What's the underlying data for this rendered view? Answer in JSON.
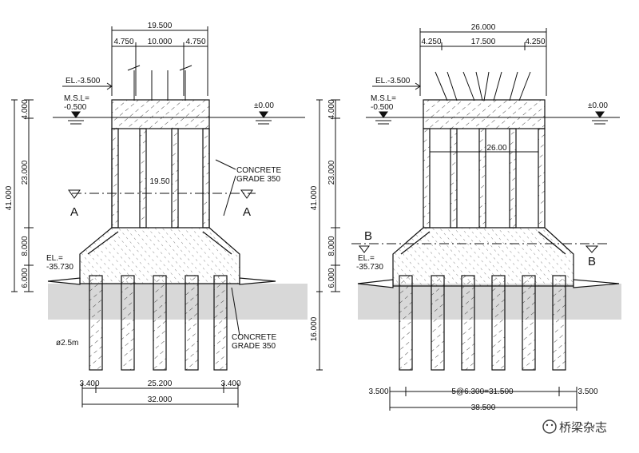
{
  "left": {
    "top_total": "19.500",
    "top_parts": [
      "4.750",
      "10.000",
      "4.750"
    ],
    "el_top": "EL.-3.500",
    "msl_label": "M.S.L=",
    "msl_value": "-0.500",
    "zero_level": "±0.00",
    "vert_total": "41.000",
    "vert_parts": [
      "4.000",
      "23.000",
      "8.000",
      "6.000"
    ],
    "inner_dim": "19.50",
    "section_mark": "A",
    "concrete_label_1": "CONCRETE",
    "concrete_grade_1": "GRADE 350",
    "concrete_label_2": "CONCRETE",
    "concrete_grade_2": "GRADE 350",
    "el_bottom_label": "EL.=",
    "el_bottom_value": "-35.730",
    "pile_dia": "ø2.5m",
    "bottom_parts": [
      "3.400",
      "25.200",
      "3.400"
    ],
    "bottom_total": "32.000"
  },
  "right": {
    "top_total": "26.000",
    "top_parts": [
      "4.250",
      "17.500",
      "4.250"
    ],
    "el_top": "EL.-3.500",
    "msl_label": "M.S.L=",
    "msl_value": "-0.500",
    "zero_level": "±0.00",
    "vert_total": "41.000",
    "vert_parts": [
      "4.000",
      "23.000",
      "8.000",
      "6.000"
    ],
    "pile_depth": "16.000",
    "inner_dim": "26.00",
    "section_mark": "B",
    "el_bottom_label": "EL.=",
    "el_bottom_value": "-35.730",
    "bottom_parts": [
      "3.500",
      "5@6.300=31.500",
      "3.500"
    ],
    "bottom_total": "38.500"
  },
  "watermark": "桥梁杂志"
}
